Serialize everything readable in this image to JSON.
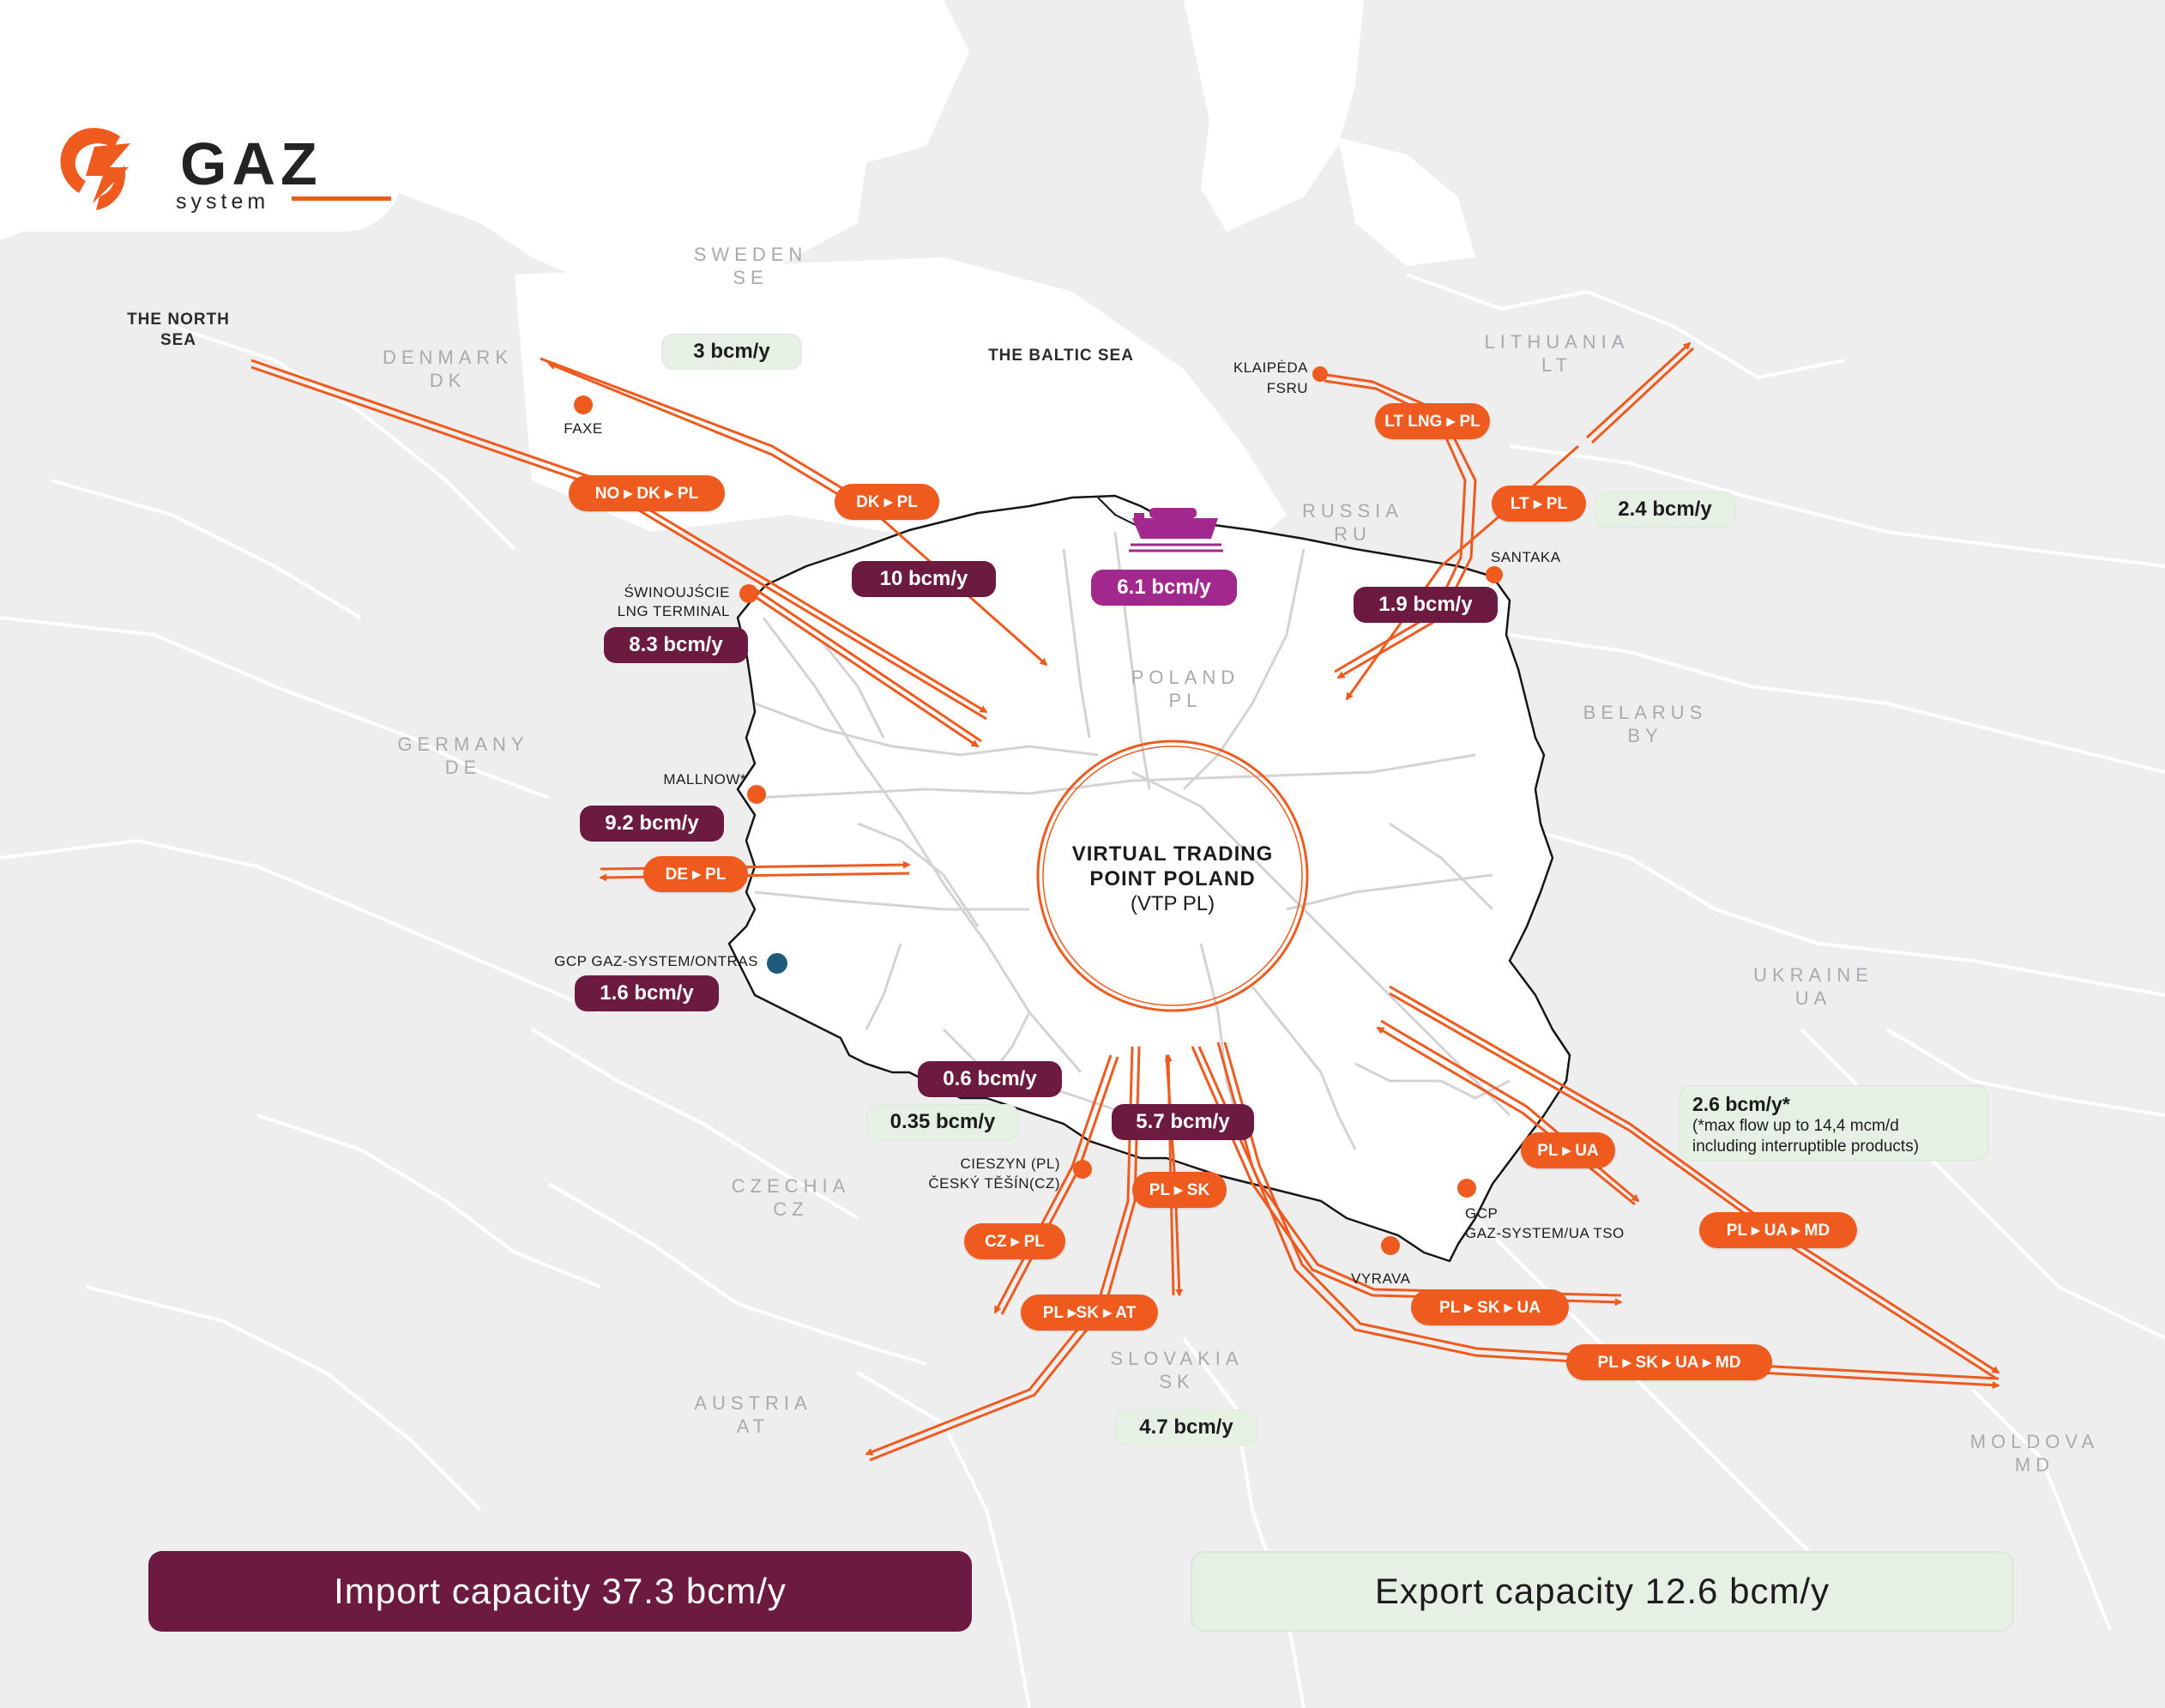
{
  "brand": {
    "name": "GAZ",
    "sub": "system",
    "color": "#ef5a1f",
    "dark": "#232323"
  },
  "colors": {
    "route": "#ef5a1f",
    "import": "#6c1a40",
    "lng": "#a3288e",
    "export": "#e6f0e4",
    "gcp_point": "#1e5a79"
  },
  "countries": {
    "sweden": [
      "SWEDEN",
      "SE"
    ],
    "denmark": [
      "DENMARK",
      "DK"
    ],
    "lithuania": [
      "LITHUANIA",
      "LT"
    ],
    "russia": [
      "RUSSIA",
      "RU"
    ],
    "poland": [
      "POLAND",
      "PL"
    ],
    "belarus": [
      "BELARUS",
      "BY"
    ],
    "germany": [
      "GERMANY",
      "DE"
    ],
    "ukraine": [
      "UKRAINE",
      "UA"
    ],
    "czechia": [
      "CZECHIA",
      "CZ"
    ],
    "slovakia": [
      "SLOVAKIA",
      "SK"
    ],
    "austria": [
      "AUSTRIA",
      "AT"
    ],
    "moldova": [
      "MOLDOVA",
      "MD"
    ]
  },
  "seas": {
    "north": [
      "THE NORTH",
      "SEA"
    ],
    "baltic": "THE BALTIC SEA"
  },
  "points": {
    "faxe": "FAXE",
    "klaipeda": [
      "KLAIPĖDA",
      "FSRU"
    ],
    "santaka": "SANTAKA",
    "swinoujscie": [
      "ŚWINOUJŚCIE",
      "LNG TERMINAL"
    ],
    "mallnow": "MALLNOW*",
    "gcp_ontras": "GCP GAZ-SYSTEM/ONTRAS",
    "cieszyn": [
      "CIESZYN (PL)",
      "ČESKÝ TĚŠÍN(CZ)"
    ],
    "gcp_ua": [
      "GCP",
      "GAZ-SYSTEM/UA TSO"
    ],
    "vyrava": "VYRAVA"
  },
  "vtp": {
    "line1": "VIRTUAL TRADING",
    "line2": "POINT POLAND",
    "line3": "(VTP PL)"
  },
  "routes": {
    "no_dk_pl": "NO ▸ DK ▸ PL",
    "dk_pl": "DK ▸ PL",
    "lt_lng_pl": "LT LNG ▸ PL",
    "lt_pl": "LT ▸ PL",
    "de_pl": "DE ▸ PL",
    "pl_ua": "PL ▸ UA",
    "pl_ua_md": "PL ▸ UA ▸ MD",
    "pl_sk": "PL ▸ SK",
    "cz_pl": "CZ ▸ PL",
    "pl_sk_at": "PL ▸SK ▸ AT",
    "pl_sk_ua": "PL ▸ SK ▸ UA",
    "pl_sk_ua_md": "PL ▸ SK ▸ UA ▸ MD"
  },
  "capacities": {
    "export_dk": "3 bcm/y",
    "import_dk": "10 bcm/y",
    "lng_ship": "6.1 bcm/y",
    "import_lt": "1.9 bcm/y",
    "export_lt": "2.4 bcm/y",
    "import_swinoujscie": "8.3 bcm/y",
    "import_mallnow": "9.2 bcm/y",
    "import_gcp_ontras": "1.6 bcm/y",
    "import_cz": "0.6 bcm/y",
    "export_cz": "0.35 bcm/y",
    "import_sk": "5.7 bcm/y",
    "export_sk": "4.7 bcm/y",
    "export_ua": "2.6 bcm/y*",
    "export_ua_note1": "(*max flow up to  14,4 mcm/d",
    "export_ua_note2": "including interruptible products)"
  },
  "totals": {
    "import": "Import capacity 37.3 bcm/y",
    "export": "Export capacity 12.6 bcm/y"
  }
}
